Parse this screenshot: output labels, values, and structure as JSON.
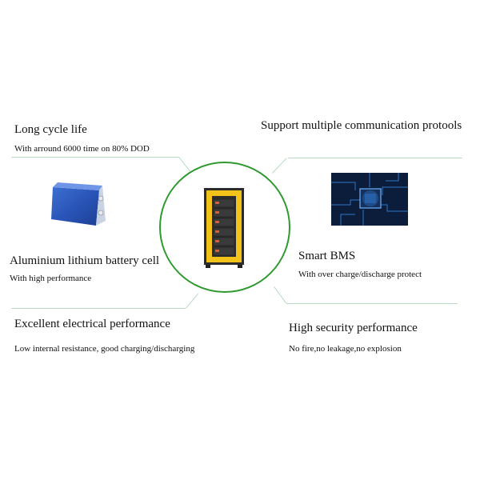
{
  "features": {
    "top_left": {
      "title": "Long cycle life",
      "subtitle": "With arround 6000 time on 80% DOD"
    },
    "top_right": {
      "title": "Support multiple communication protools"
    },
    "mid_left": {
      "title": "Aluminium lithium battery cell",
      "subtitle": "With high performance"
    },
    "mid_right": {
      "title": "Smart BMS",
      "subtitle": "With over charge/discharge protect"
    },
    "bot_left": {
      "title": "Excellent electrical performance",
      "subtitle": "Low internal resistance, good charging/discharging"
    },
    "bot_right": {
      "title": "High security performance",
      "subtitle": "No fire,no leakage,no explosion"
    }
  },
  "colors": {
    "accent_green": "#2f9a2f",
    "connector": "#b9dcc4",
    "cabinet_yellow": "#f2c21a"
  },
  "icons": [
    "battery-cell-icon",
    "circuit-chip-icon",
    "battery-cabinet-icon"
  ]
}
